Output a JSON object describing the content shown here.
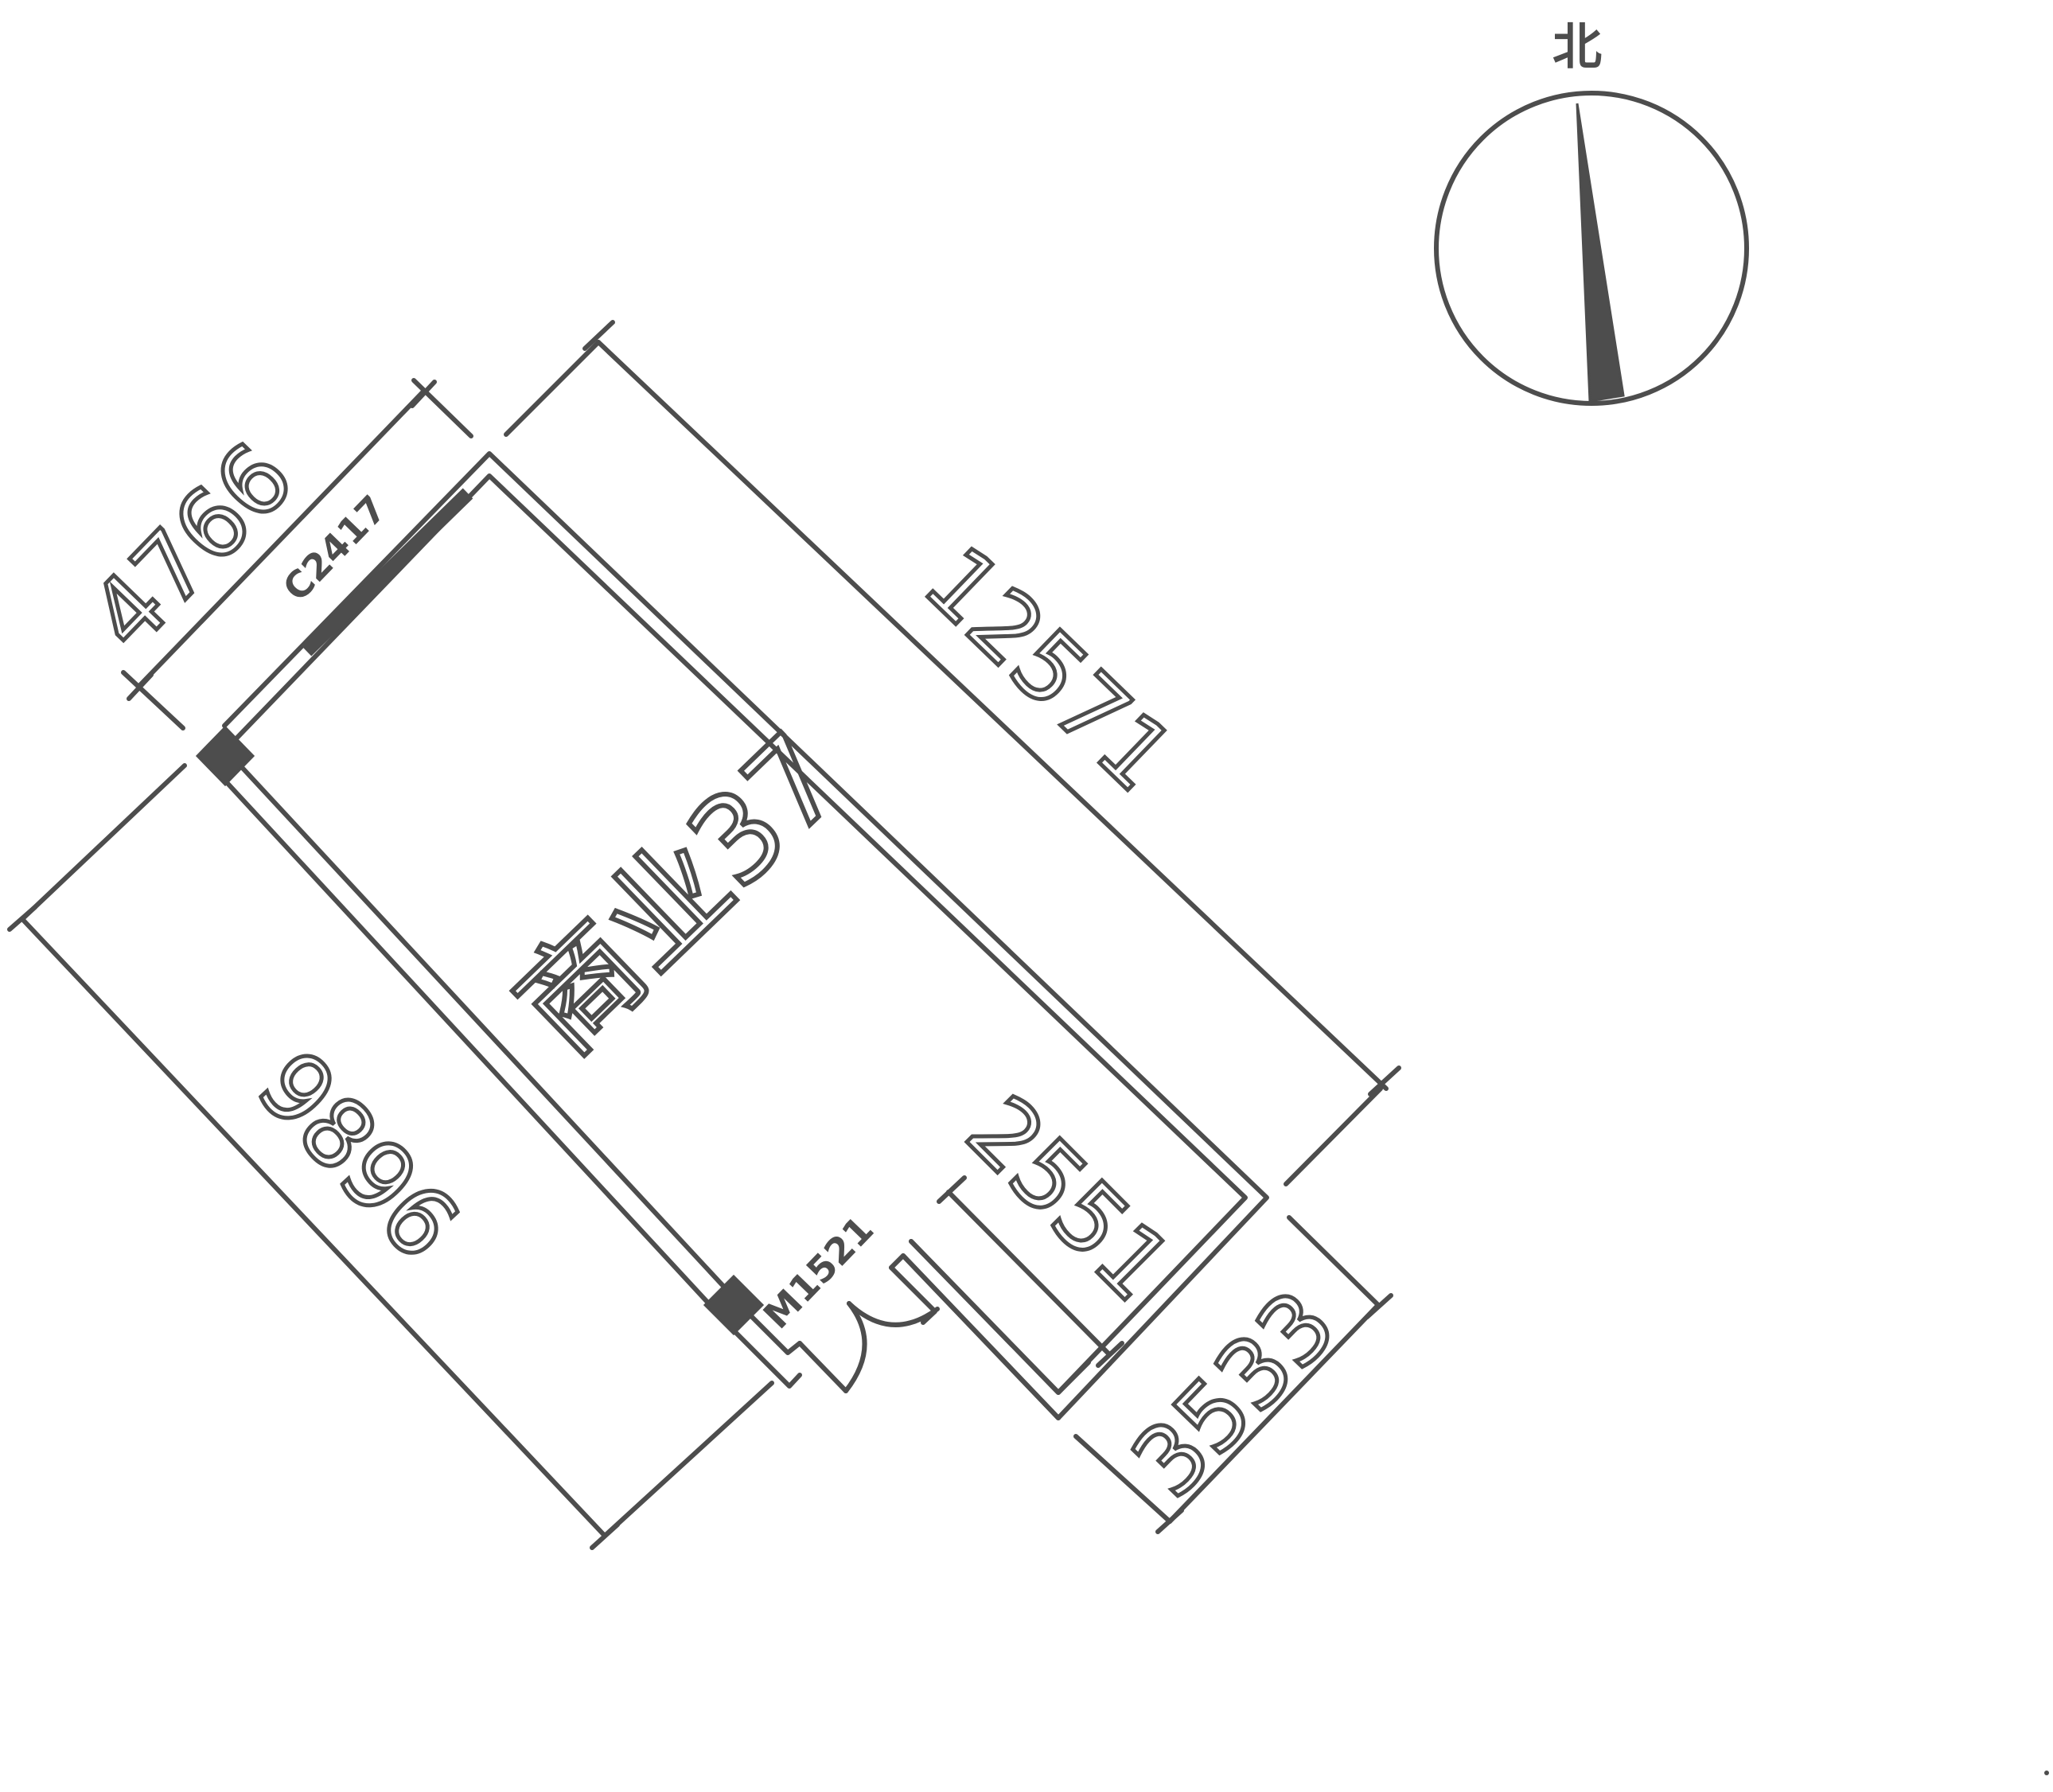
{
  "room": {
    "name": "商业37"
  },
  "north": {
    "label": "北"
  },
  "dimensions": {
    "top_left": "4766",
    "top_right": "12571",
    "left_long": "9896",
    "inner_step": "2551",
    "bottom_right": "3533"
  },
  "openings": {
    "window": "C2417",
    "door": "M1521"
  },
  "colors": {
    "line": "#4d4d4d",
    "background": "#ffffff"
  }
}
